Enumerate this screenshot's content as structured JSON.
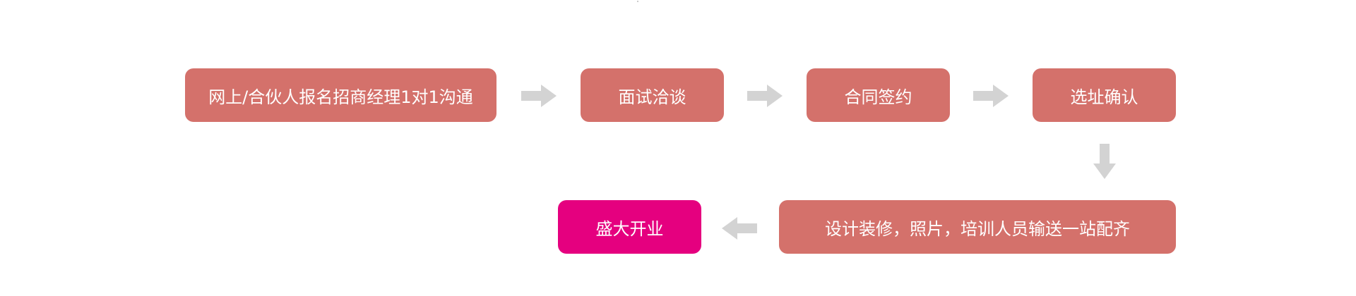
{
  "colors": {
    "step_fill": "#d4716b",
    "final_fill": "#e5007f",
    "arrow": "#d3d3d3"
  },
  "flow": {
    "step1": "网上/合伙人报名招商经理1对1沟通",
    "step2": "面试洽谈",
    "step3": "合同签约",
    "step4": "选址确认",
    "step5": "设计装修，照片，培训人员输送一站配齐",
    "step6": "盛大开业"
  },
  "icons": {
    "arrow_right": "arrow-right-icon",
    "arrow_down": "arrow-down-icon",
    "arrow_left": "arrow-left-icon"
  }
}
